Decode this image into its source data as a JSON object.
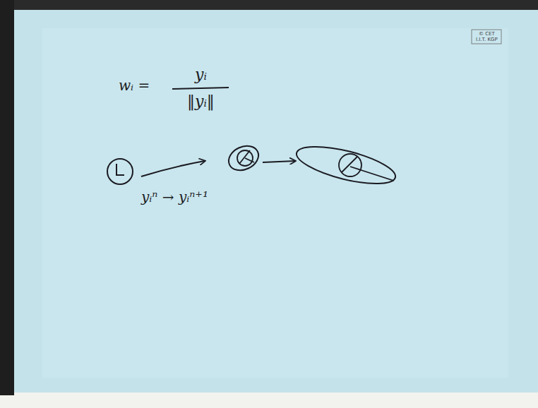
{
  "diagram": {
    "labels": [
      "© CET",
      "I.I.T. KGP",
      "wᵢ =",
      "yᵢ",
      "‖yᵢ‖",
      "yᵢⁿ → yᵢⁿ⁺¹"
    ]
  }
}
